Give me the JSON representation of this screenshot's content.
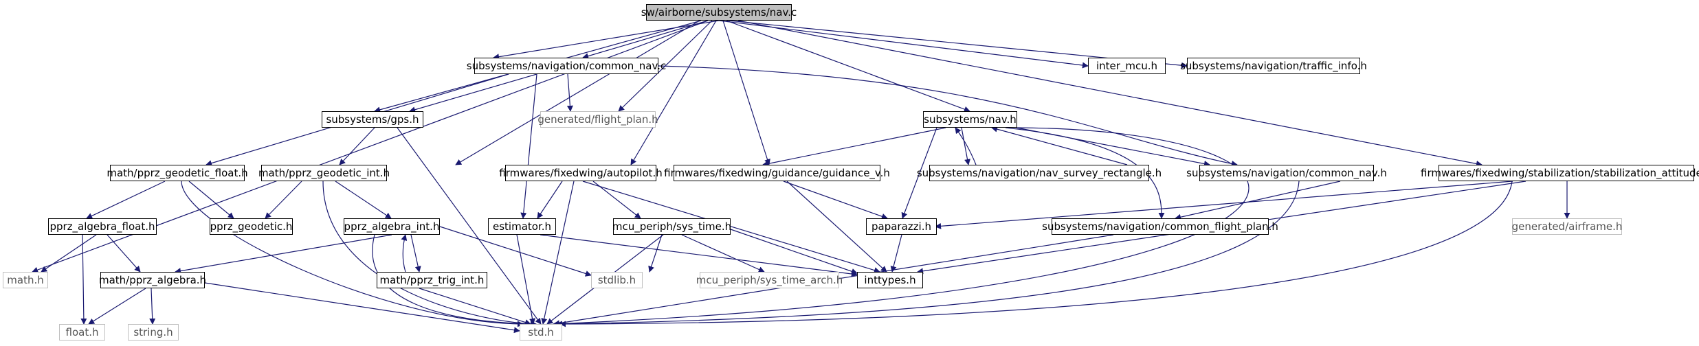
{
  "nodes": {
    "nav_c": "sw/airborne/subsystems/nav.c",
    "common_nav_c": "subsystems/navigation/common_nav.c",
    "inter_mcu": "inter_mcu.h",
    "traffic_info": "subsystems/navigation/traffic_info.h",
    "gps": "subsystems/gps.h",
    "flight_plan": "generated/flight_plan.h",
    "nav_h": "subsystems/nav.h",
    "geodetic_float": "math/pprz_geodetic_float.h",
    "geodetic_int": "math/pprz_geodetic_int.h",
    "autopilot": "firmwares/fixedwing/autopilot.h",
    "guidance_v": "firmwares/fixedwing/guidance/guidance_v.h",
    "survey": "subsystems/navigation/nav_survey_rectangle.h",
    "common_nav_h": "subsystems/navigation/common_nav.h",
    "stab_att": "firmwares/fixedwing/stabilization/stabilization_attitude.h",
    "algebra_float": "pprz_algebra_float.h",
    "geodetic": "pprz_geodetic.h",
    "algebra_int": "pprz_algebra_int.h",
    "estimator": "estimator.h",
    "sys_time": "mcu_periph/sys_time.h",
    "paparazzi": "paparazzi.h",
    "common_fp": "subsystems/navigation/common_flight_plan.h",
    "airframe": "generated/airframe.h",
    "math": "math.h",
    "algebra": "math/pprz_algebra.h",
    "trig_int": "math/pprz_trig_int.h",
    "stdlib": "stdlib.h",
    "sys_time_arch": "mcu_periph/sys_time_arch.h",
    "inttypes": "inttypes.h",
    "float": "float.h",
    "string": "string.h",
    "std": "std.h"
  },
  "colors": {
    "edge": "#191970",
    "border": "#000000",
    "gray_border": "#bfbfbf",
    "root_fill": "#bfbfbf"
  }
}
